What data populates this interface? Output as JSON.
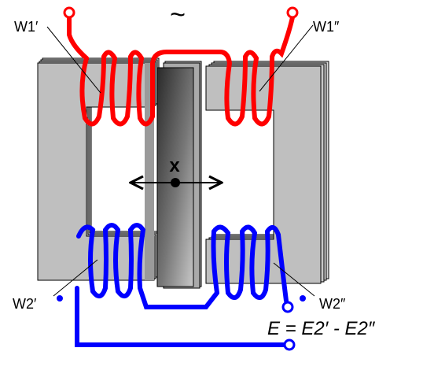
{
  "diagram": {
    "ac_symbol": "~",
    "labels": {
      "w1_left": "W1′",
      "w1_right": "W1″",
      "w2_left": "W2′",
      "w2_right": "W2″",
      "armature": "x"
    },
    "equation": "E = E2′ - E2″",
    "colors": {
      "primary_winding": "#ff0000",
      "secondary_winding": "#0000ff",
      "core": "#c0c0c0",
      "armature_dark": "#333333",
      "armature_light": "#b5b5b5"
    }
  }
}
